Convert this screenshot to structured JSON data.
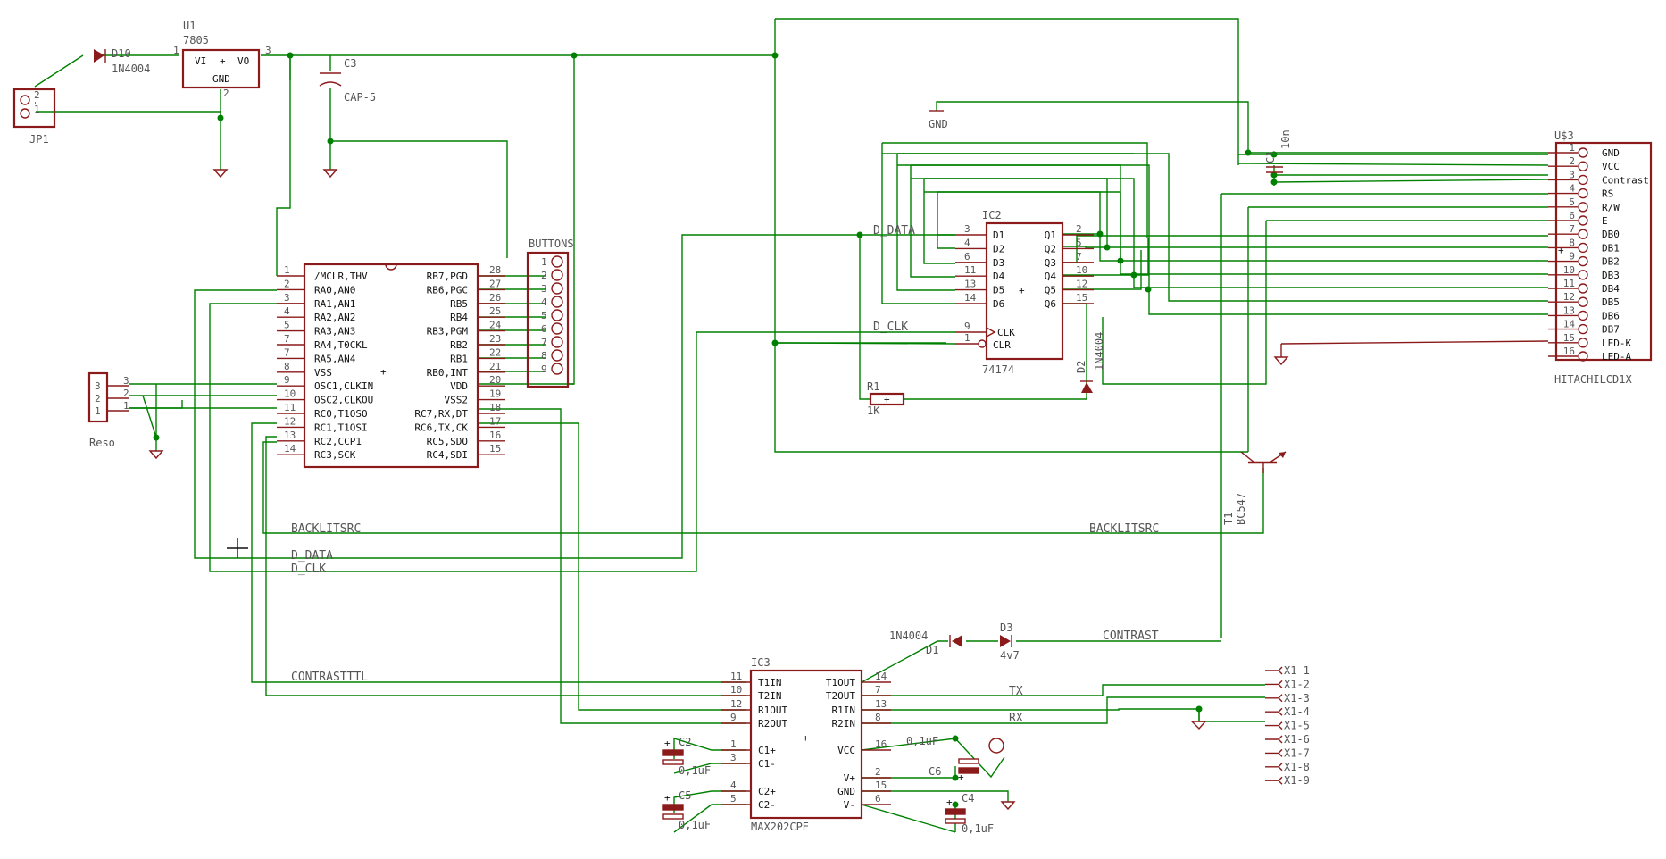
{
  "u1": {
    "ref": "U1",
    "value": "7805",
    "vi": "VI",
    "vo": "VO",
    "gnd": "GND",
    "plus": "+",
    "p1": "1",
    "p2": "2",
    "p3": "3"
  },
  "d10": {
    "ref": "D10",
    "value": "1N4004"
  },
  "jp1": {
    "ref": "JP1",
    "p1": "1",
    "p2": "2"
  },
  "c3": {
    "ref": "C3",
    "value": "CAP-5"
  },
  "mcu": {
    "plus": "+",
    "left": [
      {
        "n": "1",
        "l": "/MCLR,THV"
      },
      {
        "n": "2",
        "l": "RA0,AN0"
      },
      {
        "n": "3",
        "l": "RA1,AN1"
      },
      {
        "n": "4",
        "l": "RA2,AN2"
      },
      {
        "n": "5",
        "l": "RA3,AN3"
      },
      {
        "n": "7",
        "l": "RA4,T0CKL"
      },
      {
        "n": "7",
        "l": "RA5,AN4"
      },
      {
        "n": "8",
        "l": "VSS"
      },
      {
        "n": "9",
        "l": "OSC1,CLKIN"
      },
      {
        "n": "10",
        "l": "OSC2,CLKOU"
      },
      {
        "n": "11",
        "l": "RC0,T1OSO"
      },
      {
        "n": "12",
        "l": "RC1,T1OSI"
      },
      {
        "n": "13",
        "l": "RC2,CCP1"
      },
      {
        "n": "14",
        "l": "RC3,SCK"
      }
    ],
    "right": [
      {
        "n": "28",
        "l": "RB7,PGD"
      },
      {
        "n": "27",
        "l": "RB6,PGC"
      },
      {
        "n": "26",
        "l": "RB5"
      },
      {
        "n": "25",
        "l": "RB4"
      },
      {
        "n": "24",
        "l": "RB3,PGM"
      },
      {
        "n": "23",
        "l": "RB2"
      },
      {
        "n": "22",
        "l": "RB1"
      },
      {
        "n": "21",
        "l": "RB0,INT"
      },
      {
        "n": "20",
        "l": "VDD"
      },
      {
        "n": "19",
        "l": "VSS2"
      },
      {
        "n": "18",
        "l": "RC7,RX,DT"
      },
      {
        "n": "17",
        "l": "RC6,TX,CK"
      },
      {
        "n": "16",
        "l": "RC5,SDO"
      },
      {
        "n": "15",
        "l": "RC4,SDI"
      }
    ]
  },
  "buttons": {
    "ref": "BUTTONS",
    "pins": [
      "1",
      "2",
      "3",
      "4",
      "5",
      "6",
      "7",
      "8",
      "9"
    ]
  },
  "reso": {
    "ref": "Reso",
    "pins": [
      "3",
      "2",
      "1"
    ],
    "w": [
      "3",
      "2",
      "1"
    ]
  },
  "ic2": {
    "ref": "IC2",
    "value": "74174",
    "plus": "+",
    "left": [
      {
        "n": "3",
        "l": "D1"
      },
      {
        "n": "4",
        "l": "D2"
      },
      {
        "n": "6",
        "l": "D3"
      },
      {
        "n": "11",
        "l": "D4"
      },
      {
        "n": "13",
        "l": "D5"
      },
      {
        "n": "14",
        "l": "D6"
      }
    ],
    "right": [
      {
        "n": "2",
        "l": "Q1"
      },
      {
        "n": "5",
        "l": "Q2"
      },
      {
        "n": "7",
        "l": "Q3"
      },
      {
        "n": "10",
        "l": "Q4"
      },
      {
        "n": "12",
        "l": "Q5"
      },
      {
        "n": "15",
        "l": "Q6"
      }
    ],
    "clk": {
      "n": "9",
      "l": "CLK"
    },
    "clr": {
      "n": "1",
      "l": "CLR"
    }
  },
  "gnd_label": "GND",
  "c1": {
    "ref": "C1",
    "value": "10n"
  },
  "lcd": {
    "ref": "U$3",
    "value": "HITACHILCD1X",
    "plus": "+",
    "pins": [
      {
        "n": "1",
        "l": "GND"
      },
      {
        "n": "2",
        "l": "VCC"
      },
      {
        "n": "3",
        "l": "Contrast"
      },
      {
        "n": "4",
        "l": "RS"
      },
      {
        "n": "5",
        "l": "R/W"
      },
      {
        "n": "6",
        "l": "E"
      },
      {
        "n": "7",
        "l": "DB0"
      },
      {
        "n": "8",
        "l": "DB1"
      },
      {
        "n": "9",
        "l": "DB2"
      },
      {
        "n": "10",
        "l": "DB3"
      },
      {
        "n": "11",
        "l": "DB4"
      },
      {
        "n": "12",
        "l": "DB5"
      },
      {
        "n": "13",
        "l": "DB6"
      },
      {
        "n": "14",
        "l": "DB7"
      },
      {
        "n": "15",
        "l": "LED-K"
      },
      {
        "n": "16",
        "l": "LED-A"
      }
    ]
  },
  "r1": {
    "ref": "R1",
    "value": "1K",
    "plus": "+"
  },
  "d2": {
    "ref": "D2",
    "value": "1N4004"
  },
  "t1": {
    "ref": "T1",
    "value": "BC547"
  },
  "nets": {
    "d_data": "D_DATA",
    "d_clk": "D_CLK",
    "backlitsrc": "BACKLITSRC",
    "contrast": "CONTRAST",
    "contrastttl": "CONTRASTTTL",
    "tx": "TX",
    "rx": "RX"
  },
  "d1": {
    "ref": "D1",
    "value": "1N4004"
  },
  "d3": {
    "ref": "D3",
    "value": "4v7"
  },
  "ic3": {
    "ref": "IC3",
    "value": "MAX202CPE",
    "plus": "+",
    "left": [
      {
        "n": "11",
        "l": "T1IN"
      },
      {
        "n": "10",
        "l": "T2IN"
      },
      {
        "n": "12",
        "l": "R1OUT"
      },
      {
        "n": "9",
        "l": "R2OUT"
      },
      {
        "n": "1",
        "l": "C1+"
      },
      {
        "n": "3",
        "l": "C1-"
      },
      {
        "n": "4",
        "l": "C2+"
      },
      {
        "n": "5",
        "l": "C2-"
      }
    ],
    "right": [
      {
        "n": "14",
        "l": "T1OUT"
      },
      {
        "n": "7",
        "l": "T2OUT"
      },
      {
        "n": "13",
        "l": "R1IN"
      },
      {
        "n": "8",
        "l": "R2IN"
      },
      {
        "n": "16",
        "l": "VCC"
      },
      {
        "n": "2",
        "l": "V+"
      },
      {
        "n": "15",
        "l": "GND"
      },
      {
        "n": "6",
        "l": "V-"
      }
    ]
  },
  "caps": {
    "c2": {
      "ref": "C2",
      "value": "0,1uF"
    },
    "c5": {
      "ref": "C5",
      "value": "0,1uF"
    },
    "c6": {
      "ref": "C6",
      "value": "0,1uF"
    },
    "c4": {
      "ref": "C4",
      "value": "0,1uF"
    }
  },
  "x1": {
    "pins": [
      "X1-1",
      "X1-2",
      "X1-3",
      "X1-4",
      "X1-5",
      "X1-6",
      "X1-7",
      "X1-8",
      "X1-9"
    ]
  }
}
